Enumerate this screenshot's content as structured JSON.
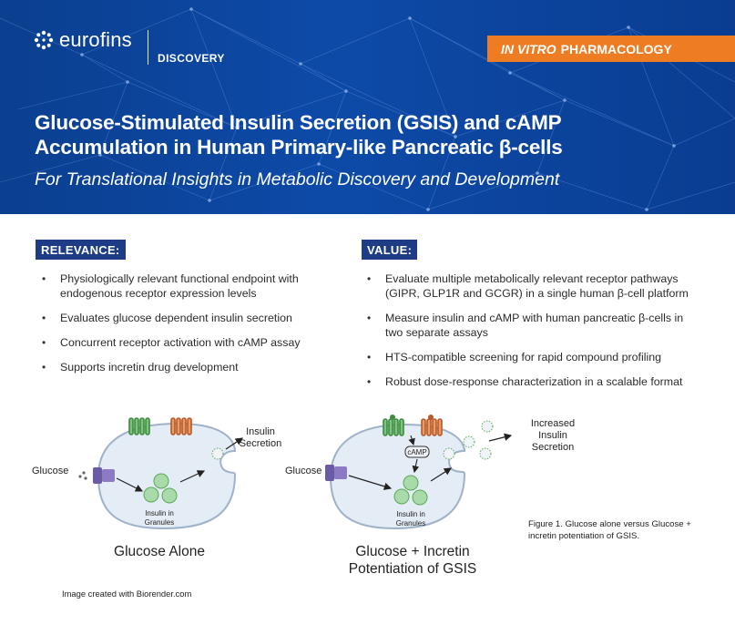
{
  "header": {
    "logo_text": "eurofins",
    "logo_sub": "DISCOVERY",
    "badge_italic": "IN VITRO",
    "badge_rest": "PHARMACOLOGY",
    "title_line1": "Glucose-Stimulated Insulin Secretion (GSIS) and cAMP",
    "title_line2": "Accumulation in Human Primary-like Pancreatic β-cells",
    "subtitle": "For Translational Insights in Metabolic Discovery and Development"
  },
  "relevance": {
    "heading": "RELEVANCE:",
    "items": [
      "Physiologically relevant functional endpoint with endogenous receptor expression levels",
      "Evaluates glucose dependent insulin secretion",
      "Concurrent receptor activation with cAMP assay",
      "Supports incretin drug development"
    ]
  },
  "value": {
    "heading": "VALUE:",
    "items": [
      "Evaluate multiple metabolically relevant receptor pathways (GIPR, GLP1R and GCGR) in a single human β-cell platform",
      "Measure insulin and cAMP with human pancreatic β-cells in two separate assays",
      "HTS-compatible screening for rapid compound profiling",
      "Robust dose-response characterization in a scalable format"
    ]
  },
  "figure": {
    "left": {
      "glucose_label": "Glucose",
      "secretion_line1": "Insulin",
      "secretion_line2": "Secretion",
      "granules_line1": "Insulin in",
      "granules_line2": "Granules",
      "caption": "Glucose Alone"
    },
    "right": {
      "glucose_label": "Glucose",
      "camp_label": "cAMP",
      "secretion_line1": "Increased",
      "secretion_line2": "Insulin",
      "secretion_line3": "Secretion",
      "granules_line1": "Insulin in",
      "granules_line2": "Granules",
      "caption_line1": "Glucose + Incretin",
      "caption_line2": "Potentiation of GSIS"
    },
    "figure_caption": "Figure 1. Glucose alone versus Glucose + incretin potentiation of GSIS.",
    "credit": "Image created with Biorender.com"
  },
  "colors": {
    "hero_blue": "#0d4aa8",
    "badge_orange": "#ee7c22",
    "section_navy": "#1e3b86",
    "cell_fill": "#e4ecf5",
    "granule_green": "#7cc47f",
    "receptor_green": "#5aa85a",
    "receptor_orange": "#e07a3c",
    "transporter_purple": "#6b5aa6"
  },
  "icons": [
    "eurofins-logo-icon",
    "network-background",
    "gpcr-receptor-icon",
    "glucose-transporter-icon",
    "insulin-granule-icon"
  ]
}
